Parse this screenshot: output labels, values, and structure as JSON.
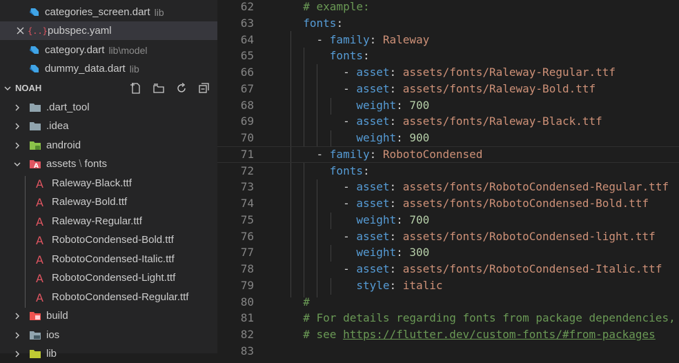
{
  "sidebar": {
    "open_editors": [
      {
        "label": "categories_screen.dart",
        "desc": "lib",
        "icon": "dart-file-icon"
      },
      {
        "label": "pubspec.yaml",
        "desc": "",
        "icon": "yaml-file-icon",
        "active": true
      },
      {
        "label": "category.dart",
        "desc": "lib\\model",
        "icon": "dart-file-icon"
      },
      {
        "label": "dummy_data.dart",
        "desc": "lib",
        "icon": "dart-file-icon"
      }
    ],
    "section_title": "NOAH",
    "tree": {
      "dart_tool": ".dart_tool",
      "idea": ".idea",
      "android": "android",
      "assets": "assets",
      "assets_sep": "\\",
      "fonts": "fonts",
      "files": [
        "Raleway-Black.ttf",
        "Raleway-Bold.ttf",
        "Raleway-Regular.ttf",
        "RobotoCondensed-Bold.ttf",
        "RobotoCondensed-Italic.ttf",
        "RobotoCondensed-Light.ttf",
        "RobotoCondensed-Regular.ttf"
      ],
      "build": "build",
      "ios": "ios",
      "lib": "lib"
    }
  },
  "editor": {
    "lines": [
      {
        "n": "62",
        "indent": "  ",
        "tokens": [
          [
            "cmt",
            "# example:"
          ]
        ]
      },
      {
        "n": "63",
        "indent": "  ",
        "tokens": [
          [
            "key",
            "fonts"
          ],
          [
            "punc",
            ":"
          ]
        ]
      },
      {
        "n": "64",
        "indent": "    ",
        "tokens": [
          [
            "punc",
            "- "
          ],
          [
            "key",
            "family"
          ],
          [
            "punc",
            ": "
          ],
          [
            "str",
            "Raleway"
          ]
        ]
      },
      {
        "n": "65",
        "indent": "      ",
        "tokens": [
          [
            "key",
            "fonts"
          ],
          [
            "punc",
            ":"
          ]
        ]
      },
      {
        "n": "66",
        "indent": "        ",
        "tokens": [
          [
            "punc",
            "- "
          ],
          [
            "key",
            "asset"
          ],
          [
            "punc",
            ": "
          ],
          [
            "str",
            "assets/fonts/Raleway-Regular.ttf"
          ]
        ]
      },
      {
        "n": "67",
        "indent": "        ",
        "tokens": [
          [
            "punc",
            "- "
          ],
          [
            "key",
            "asset"
          ],
          [
            "punc",
            ": "
          ],
          [
            "str",
            "assets/fonts/Raleway-Bold.ttf"
          ]
        ]
      },
      {
        "n": "68",
        "indent": "          ",
        "tokens": [
          [
            "key",
            "weight"
          ],
          [
            "punc",
            ": "
          ],
          [
            "num",
            "700"
          ]
        ]
      },
      {
        "n": "69",
        "indent": "        ",
        "tokens": [
          [
            "punc",
            "- "
          ],
          [
            "key",
            "asset"
          ],
          [
            "punc",
            ": "
          ],
          [
            "str",
            "assets/fonts/Raleway-Black.ttf"
          ]
        ]
      },
      {
        "n": "70",
        "indent": "          ",
        "tokens": [
          [
            "key",
            "weight"
          ],
          [
            "punc",
            ": "
          ],
          [
            "num",
            "900"
          ]
        ]
      },
      {
        "n": "71",
        "indent": "    ",
        "tokens": [
          [
            "punc",
            "- "
          ],
          [
            "key",
            "family"
          ],
          [
            "punc",
            ": "
          ],
          [
            "str",
            "RobotoCondensed"
          ]
        ],
        "current": true
      },
      {
        "n": "72",
        "indent": "      ",
        "tokens": [
          [
            "key",
            "fonts"
          ],
          [
            "punc",
            ":"
          ]
        ]
      },
      {
        "n": "73",
        "indent": "        ",
        "tokens": [
          [
            "punc",
            "- "
          ],
          [
            "key",
            "asset"
          ],
          [
            "punc",
            ": "
          ],
          [
            "str",
            "assets/fonts/RobotoCondensed-Regular.ttf"
          ]
        ]
      },
      {
        "n": "74",
        "indent": "        ",
        "tokens": [
          [
            "punc",
            "- "
          ],
          [
            "key",
            "asset"
          ],
          [
            "punc",
            ": "
          ],
          [
            "str",
            "assets/fonts/RobotoCondensed-Bold.ttf"
          ]
        ]
      },
      {
        "n": "75",
        "indent": "          ",
        "tokens": [
          [
            "key",
            "weight"
          ],
          [
            "punc",
            ": "
          ],
          [
            "num",
            "700"
          ]
        ]
      },
      {
        "n": "76",
        "indent": "        ",
        "tokens": [
          [
            "punc",
            "- "
          ],
          [
            "key",
            "asset"
          ],
          [
            "punc",
            ": "
          ],
          [
            "str",
            "assets/fonts/RobotoCondensed-light.ttf"
          ]
        ]
      },
      {
        "n": "77",
        "indent": "          ",
        "tokens": [
          [
            "key",
            "weight"
          ],
          [
            "punc",
            ": "
          ],
          [
            "num",
            "300"
          ]
        ]
      },
      {
        "n": "78",
        "indent": "        ",
        "tokens": [
          [
            "punc",
            "- "
          ],
          [
            "key",
            "asset"
          ],
          [
            "punc",
            ": "
          ],
          [
            "str",
            "assets/fonts/RobotoCondensed-Italic.ttf"
          ]
        ]
      },
      {
        "n": "79",
        "indent": "          ",
        "tokens": [
          [
            "key",
            "style"
          ],
          [
            "punc",
            ": "
          ],
          [
            "str",
            "italic"
          ]
        ]
      },
      {
        "n": "80",
        "indent": "  ",
        "tokens": [
          [
            "cmt",
            "#"
          ]
        ]
      },
      {
        "n": "81",
        "indent": "  ",
        "tokens": [
          [
            "cmt",
            "# For details regarding fonts from package dependencies,"
          ]
        ]
      },
      {
        "n": "82",
        "indent": "  ",
        "tokens": [
          [
            "cmt",
            "# see "
          ],
          [
            "link",
            "https://flutter.dev/custom-fonts/#from-packages"
          ]
        ]
      },
      {
        "n": "83",
        "indent": "",
        "tokens": []
      }
    ]
  },
  "colors": {
    "sidebar_bg": "#252526",
    "editor_bg": "#1e1e1e",
    "yaml_key": "#569cd6",
    "yaml_string": "#ce9178",
    "yaml_number": "#b5cea8",
    "comment": "#6a9955"
  }
}
